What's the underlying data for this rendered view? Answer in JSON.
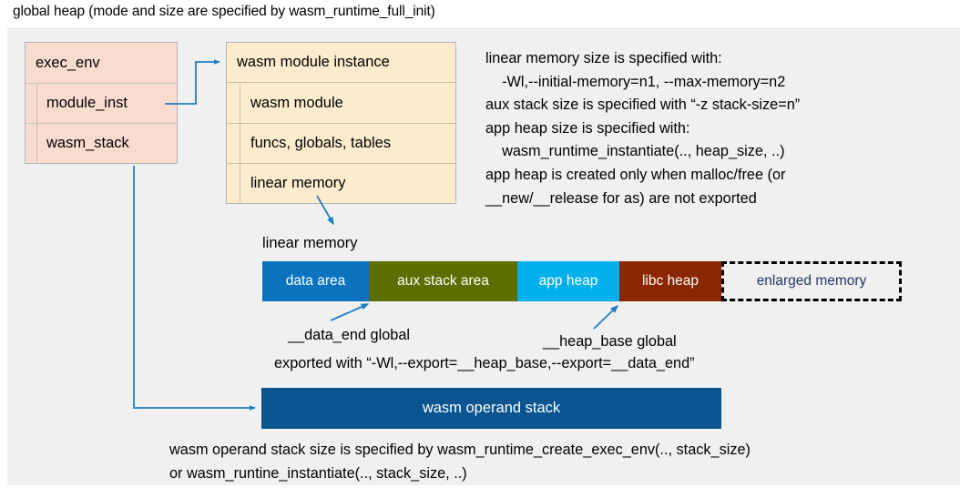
{
  "title": "global heap (mode and size are specified by wasm_runtime_full_init)",
  "colors": {
    "panel_bg": "#f0f0f0",
    "exec_env_fill": "#fadbcf",
    "module_inst_fill": "#fceccd",
    "arrow": "#1f7fc4",
    "data_area": "#0b72be",
    "aux_stack_area": "#5b6f00",
    "app_heap": "#00b0ea",
    "libc_heap": "#8a2600",
    "enlarged_memory_text": "#1f3864",
    "operand_stack": "#0a548f"
  },
  "exec_env": {
    "header": "exec_env",
    "rows": [
      {
        "label": "module_inst"
      },
      {
        "label": "wasm_stack"
      }
    ]
  },
  "module_instance": {
    "header": "wasm module instance",
    "rows": [
      {
        "label": "wasm module"
      },
      {
        "label": "funcs, globals, tables"
      },
      {
        "label": "linear memory"
      }
    ]
  },
  "notes": {
    "right_block": "linear memory size is specified with:\n    -Wl,--initial-memory=n1, --max-memory=n2\naux stack size is specified with “-z stack-size=n”\napp heap size is specified with:\n    wasm_runtime_instantiate(.., heap_size, ..)\napp heap is created only when malloc/free (or\n__new/__release for as) are not exported",
    "bottom_block": "wasm operand stack size is specified by wasm_runtime_create_exec_env(.., stack_size)\nor wasm_runtine_instantiate(.., stack_size, ..)"
  },
  "linear_memory": {
    "label": "linear memory",
    "segments": [
      {
        "name": "data area",
        "width": 117,
        "fill": "#0b72be",
        "dashed": false
      },
      {
        "name": "aux stack area",
        "width": 163,
        "fill": "#5b6f00",
        "dashed": false
      },
      {
        "name": "app heap",
        "width": 112,
        "fill": "#00b0ea",
        "dashed": false
      },
      {
        "name": "libc heap",
        "width": 112,
        "fill": "#8a2600",
        "dashed": false
      },
      {
        "name": "enlarged memory",
        "width": 198,
        "fill": "#f0f0f0",
        "dashed": true
      }
    ]
  },
  "annotations": {
    "data_end": "__data_end global",
    "heap_base": "__heap_base global",
    "exported_with": "exported with “-Wl,--export=__heap_base,--export=__data_end”"
  },
  "operand_stack": {
    "label": "wasm operand stack"
  }
}
